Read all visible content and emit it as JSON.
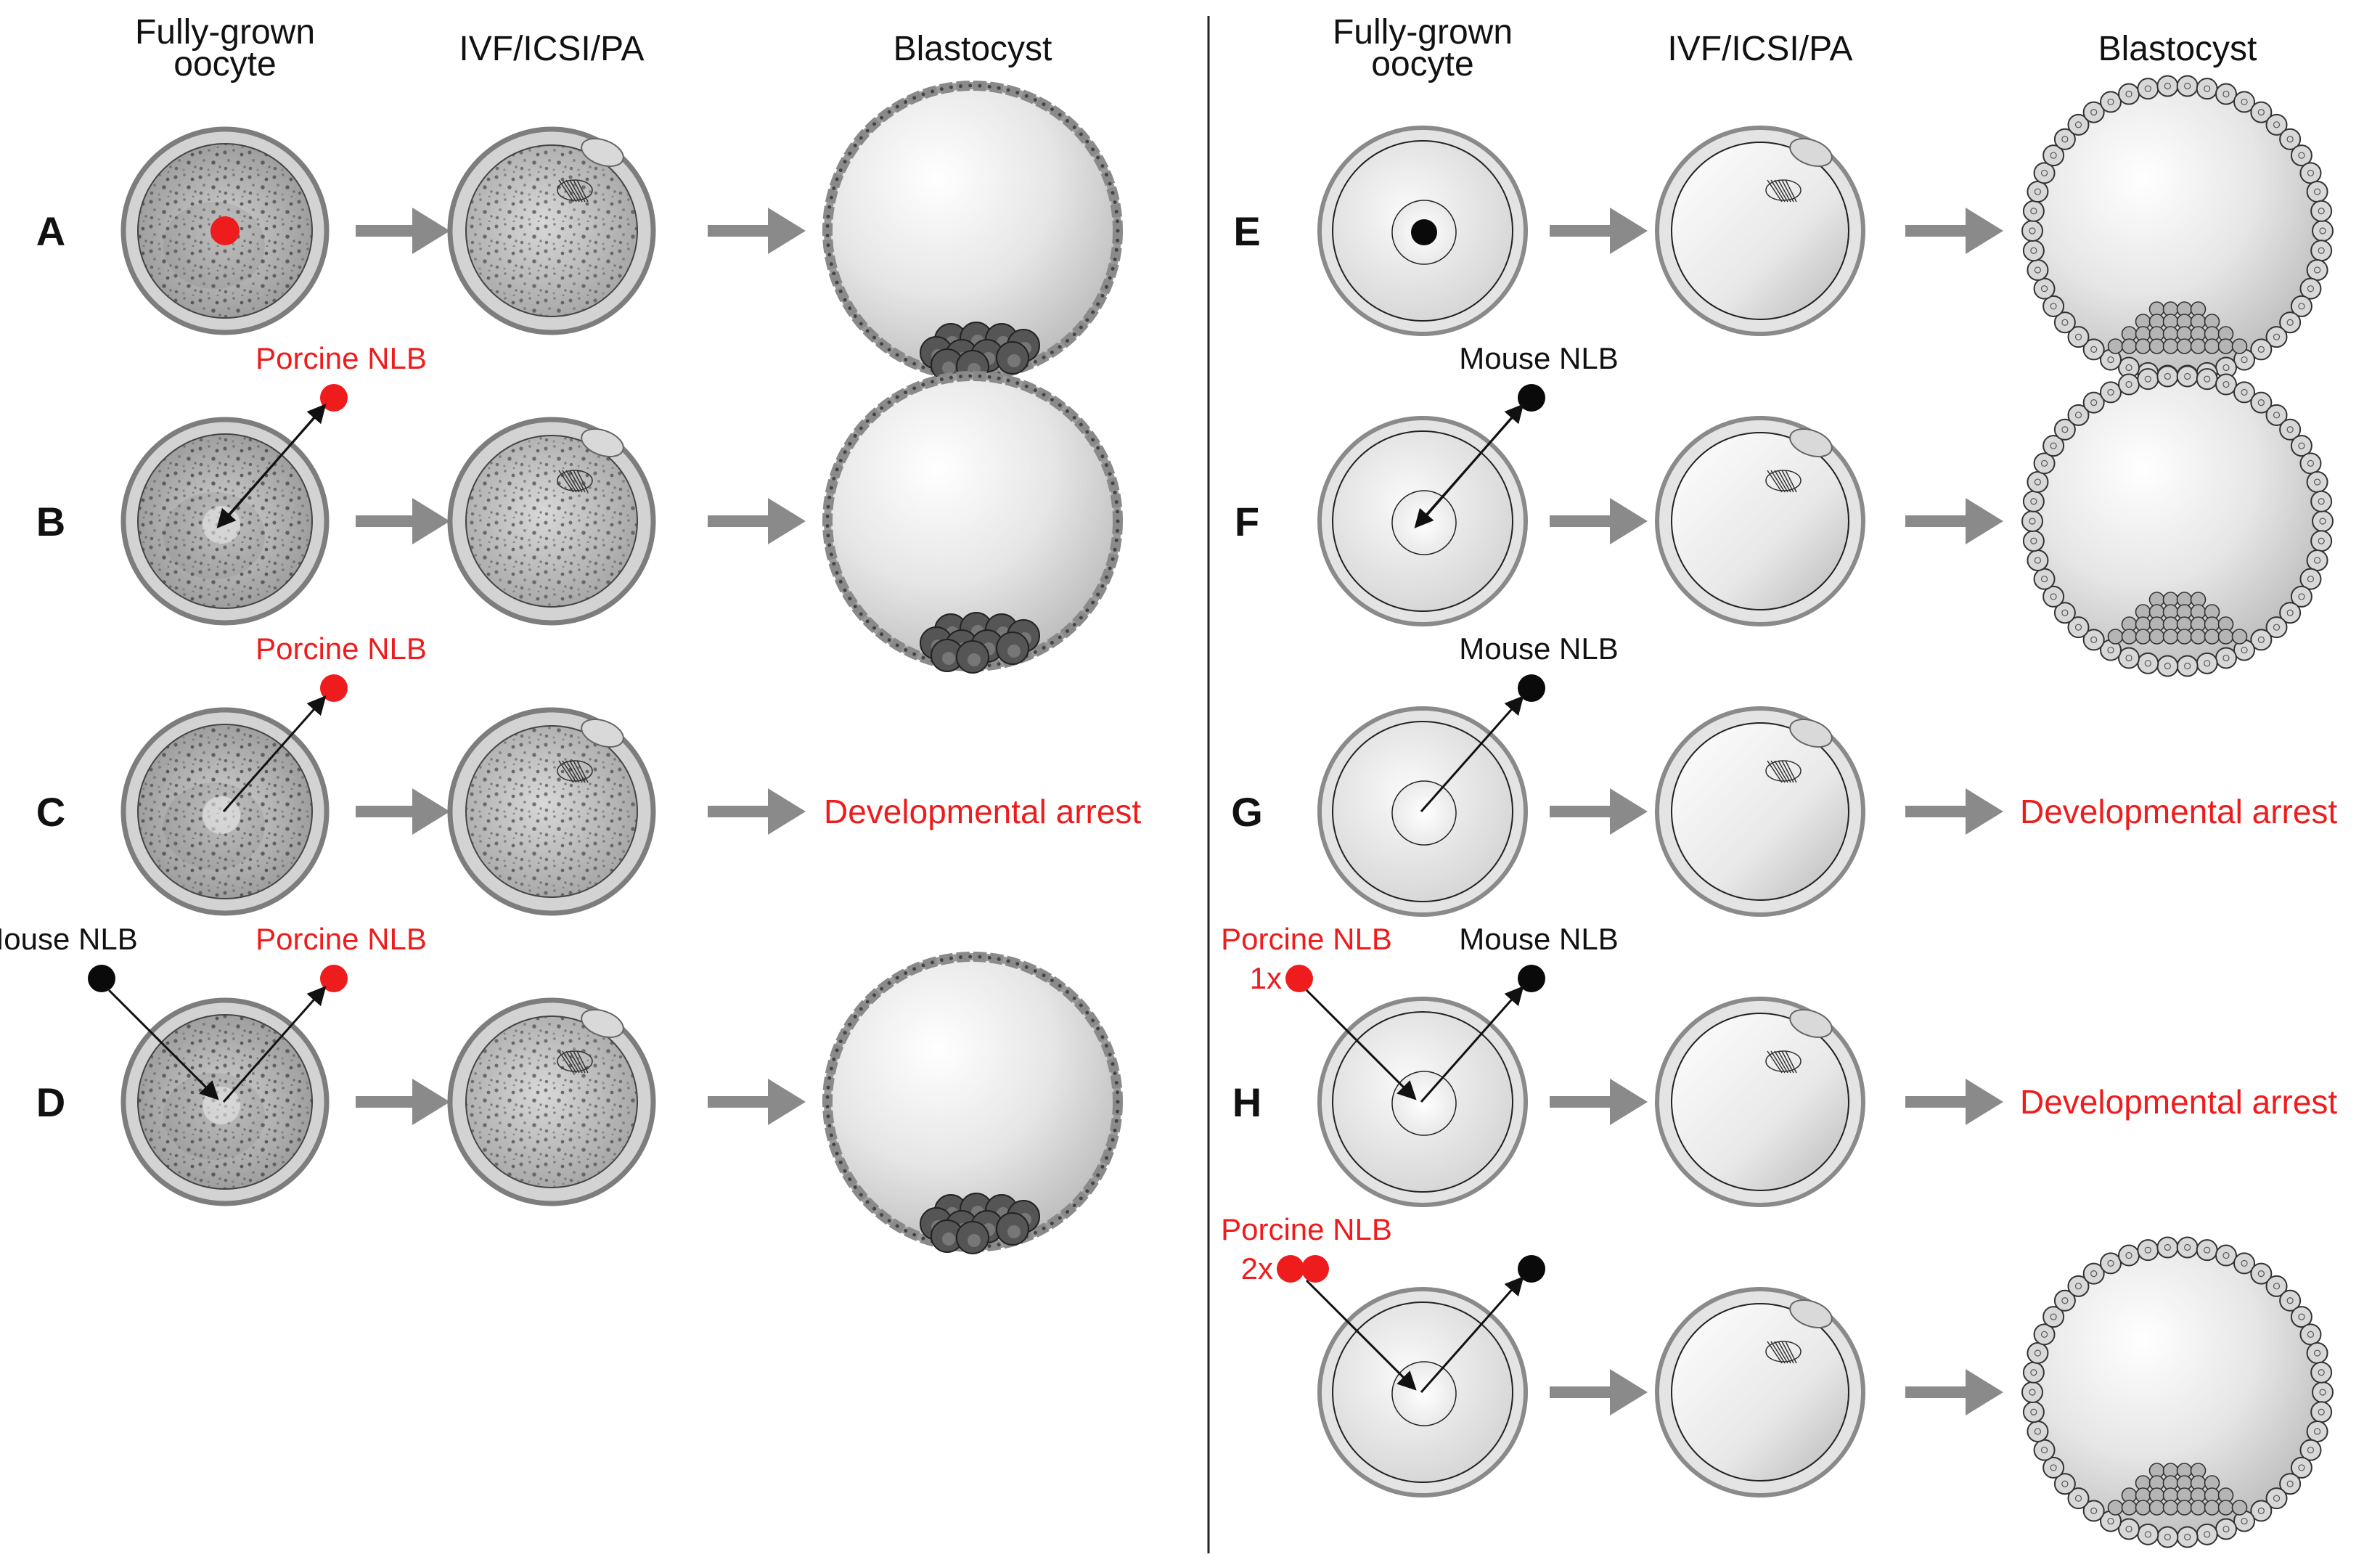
{
  "colors": {
    "porcine": "#ee1c1c",
    "mouse": "#0a0a0a",
    "process_arrow": "#8a8a8a",
    "arrest_text": "#ee1c1c"
  },
  "panels": [
    {
      "species": "porcine",
      "headers": [
        {
          "lines": [
            "Fully-grown",
            "oocyte"
          ]
        },
        {
          "lines": [
            "IVF/ICSI/PA"
          ]
        },
        {
          "lines": [
            "Blastocyst"
          ]
        }
      ],
      "rows": [
        {
          "label": "A",
          "oocyte_nucleus": "porcine",
          "injected": [],
          "removed": null,
          "outcome": "blastocyst",
          "arrest_text": null
        },
        {
          "label": "B",
          "oocyte_nucleus": "none",
          "injected": [],
          "removed": {
            "name": "Porcine NLB",
            "color": "porcine",
            "reversible": true
          },
          "outcome": "blastocyst",
          "arrest_text": null
        },
        {
          "label": "C",
          "oocyte_nucleus": "none",
          "injected": [],
          "removed": {
            "name": "Porcine NLB",
            "color": "porcine",
            "reversible": false
          },
          "outcome": "arrest",
          "arrest_text": "Developmental arrest"
        },
        {
          "label": "D",
          "oocyte_nucleus": "none",
          "injected": [
            {
              "name": "Mouse NLB",
              "color": "mouse",
              "count": 1,
              "prefix": ""
            }
          ],
          "removed": {
            "name": "Porcine NLB",
            "color": "porcine",
            "reversible": false
          },
          "outcome": "blastocyst",
          "arrest_text": null
        }
      ]
    },
    {
      "species": "mouse",
      "headers": [
        {
          "lines": [
            "Fully-grown",
            "oocyte"
          ]
        },
        {
          "lines": [
            "IVF/ICSI/PA"
          ]
        },
        {
          "lines": [
            "Blastocyst"
          ]
        }
      ],
      "rows": [
        {
          "label": "E",
          "oocyte_nucleus": "mouse",
          "injected": [],
          "removed": null,
          "outcome": "blastocyst",
          "arrest_text": null
        },
        {
          "label": "F",
          "oocyte_nucleus": "none",
          "injected": [],
          "removed": {
            "name": "Mouse NLB",
            "color": "mouse",
            "reversible": true
          },
          "outcome": "blastocyst",
          "arrest_text": null
        },
        {
          "label": "G",
          "oocyte_nucleus": "none",
          "injected": [],
          "removed": {
            "name": "Mouse NLB",
            "color": "mouse",
            "reversible": false
          },
          "outcome": "arrest",
          "arrest_text": "Developmental arrest"
        },
        {
          "label": "H",
          "oocyte_nucleus": "none",
          "injected": [
            {
              "name": "Porcine NLB",
              "color": "porcine",
              "count": 1,
              "prefix": "1x"
            }
          ],
          "removed": {
            "name": "Mouse NLB",
            "color": "mouse",
            "reversible": false
          },
          "outcome": "arrest",
          "arrest_text": "Developmental arrest"
        },
        {
          "label": "",
          "oocyte_nucleus": "none",
          "injected": [
            {
              "name": "Porcine NLB",
              "color": "porcine",
              "count": 2,
              "prefix": "2x"
            }
          ],
          "removed": {
            "name": "",
            "color": "mouse",
            "reversible": false
          },
          "outcome": "blastocyst",
          "arrest_text": null
        }
      ]
    }
  ]
}
